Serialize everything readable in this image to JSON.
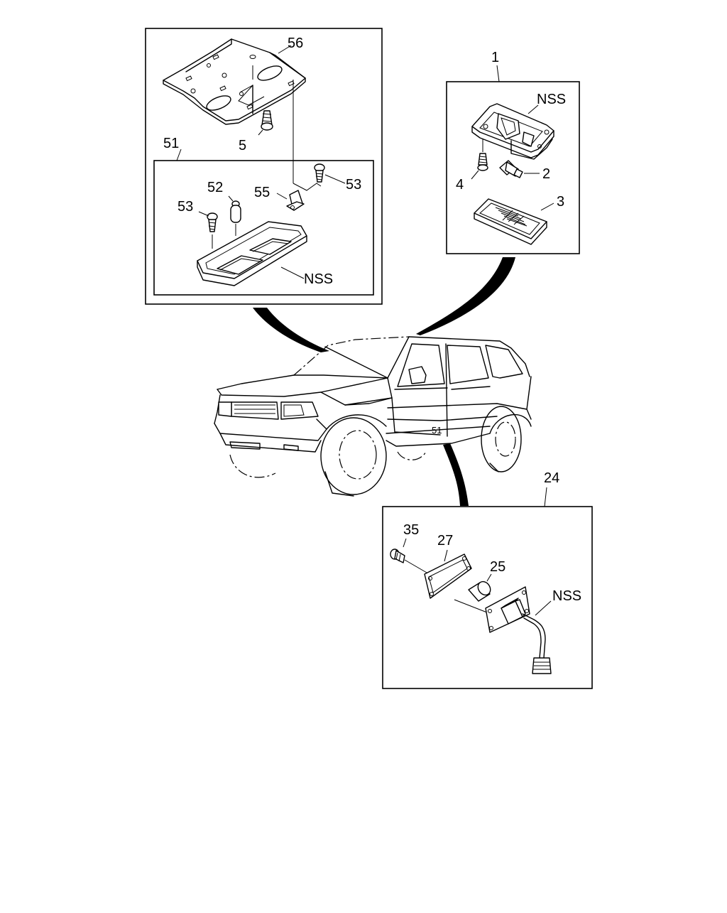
{
  "callouts": {
    "c56": "56",
    "c5": "5",
    "c51": "51",
    "c52": "52",
    "c53a": "53",
    "c53b": "53",
    "c55": "55",
    "nss_dome": "NSS",
    "c1": "1",
    "nss_map": "NSS",
    "c4": "4",
    "c2": "2",
    "c3": "3",
    "c24": "24",
    "c35": "35",
    "c27": "27",
    "c25": "25",
    "nss_step": "NSS",
    "c51_vehicle": "51"
  }
}
